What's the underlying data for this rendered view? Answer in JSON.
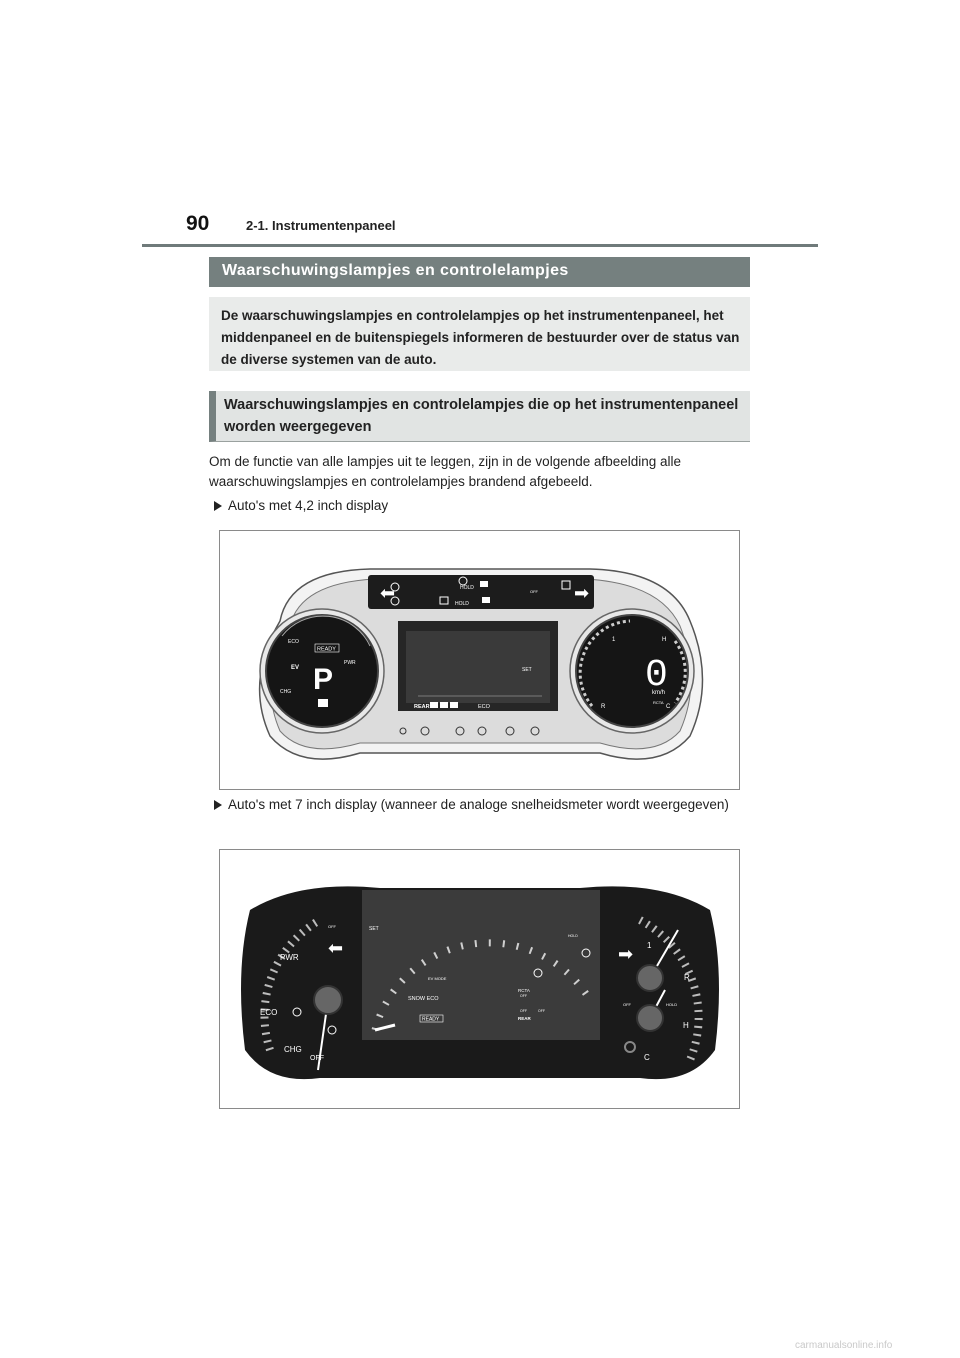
{
  "header": {
    "page_number": "90",
    "chapter": "2-1. Instrumentenpaneel"
  },
  "section_title": "Waarschuwingslampjes en controlelampjes",
  "intro": "De waarschuwingslampjes en controlelampjes op het instrumentenpaneel, het middenpaneel en de buitenspiegels informeren de bestuurder over de status van de diverse systemen van de auto.",
  "subsection_title": "Waarschuwingslampjes en controlelampjes die op het instrumentenpaneel worden weergegeven",
  "body": "Om de functie van alle lampjes uit te leggen, zijn in de volgende afbeelding alle waarschuwingslampjes en controlelampjes brandend afgebeeld.",
  "bullets": [
    "Auto's met 4,2 inch display",
    "Auto's met 7 inch display (wanneer de analoge snelheidsmeter wordt weergegeven)"
  ],
  "figure1": {
    "eco": "ECO",
    "ready": "READY",
    "pwr": "PWR",
    "chg": "CHG",
    "gear": "P",
    "ev": "EV",
    "hold1": "HOLD",
    "hold2": "HOLD",
    "off": "OFF",
    "set": "SET",
    "rear": "REAR",
    "eco2": "ECO",
    "speed": "0",
    "unit": "km/h",
    "one": "1",
    "h": "H",
    "r": "R",
    "c": "C",
    "rcta": "RCTA"
  },
  "figure2": {
    "pwr": "PWR",
    "eco": "ECO",
    "chg": "CHG",
    "off": "OFF",
    "set": "SET",
    "off2": "OFF",
    "snow_eco": "SNOW  ECO",
    "ev_mode": "EV MODE",
    "ready": "READY",
    "rcta": "RCTA",
    "off3": "OFF",
    "off4": "OFF",
    "off5": "OFF",
    "rear": "REAR",
    "hold": "HOLD",
    "hold2": "HOLD",
    "one": "1",
    "r": "R",
    "h": "H",
    "c": "C",
    "off6": "OFF"
  },
  "footer": "carmanualsonline.info"
}
